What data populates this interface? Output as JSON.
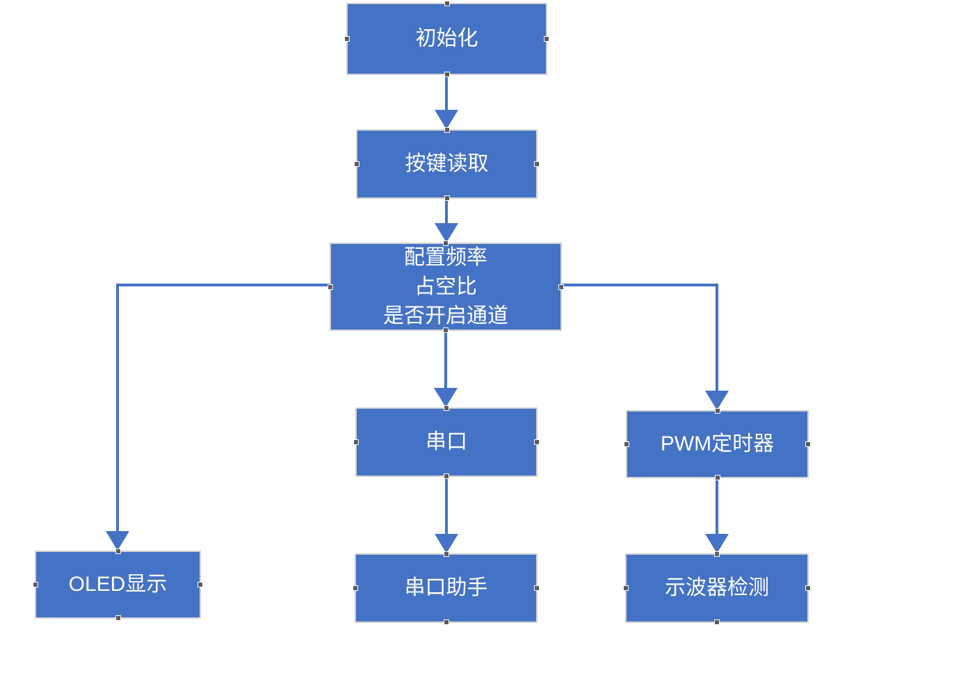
{
  "diagram": {
    "colors": {
      "bg": "#ffffff",
      "node-fill": "#4472c4",
      "node-border": "#d2d2d2",
      "node-text": "#ffffff",
      "connector": "#4472c4",
      "handle": "#5b5b66"
    },
    "nodes": [
      {
        "id": "init",
        "label": "初始化"
      },
      {
        "id": "key-read",
        "label": "按键读取"
      },
      {
        "id": "configure",
        "label": "配置频率\n占空比\n是否开启通道"
      },
      {
        "id": "serial-port",
        "label": "串口"
      },
      {
        "id": "pwm-timer",
        "label": "PWM定时器"
      },
      {
        "id": "oled-display",
        "label": "OLED显示"
      },
      {
        "id": "serial-assistant",
        "label": "串口助手"
      },
      {
        "id": "oscilloscope",
        "label": "示波器检测"
      }
    ],
    "edges": [
      {
        "from": "init",
        "to": "key-read"
      },
      {
        "from": "key-read",
        "to": "configure"
      },
      {
        "from": "configure",
        "to": "oled-display"
      },
      {
        "from": "configure",
        "to": "serial-port"
      },
      {
        "from": "configure",
        "to": "pwm-timer"
      },
      {
        "from": "serial-port",
        "to": "serial-assistant"
      },
      {
        "from": "pwm-timer",
        "to": "oscilloscope"
      }
    ]
  }
}
